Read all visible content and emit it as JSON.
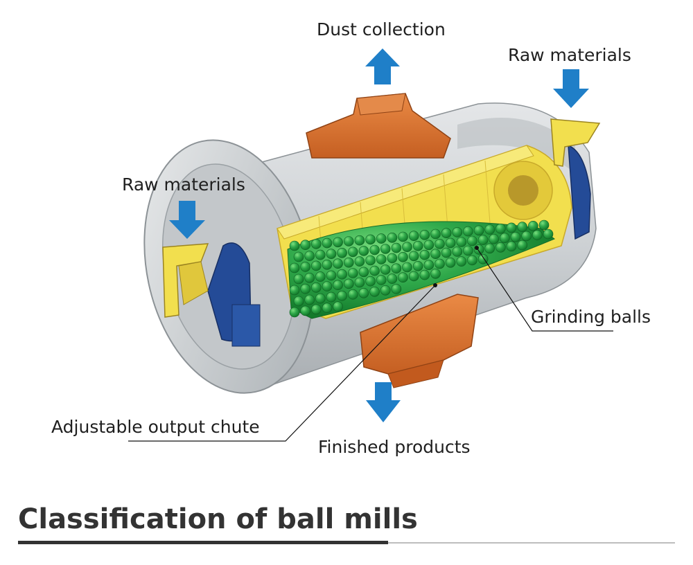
{
  "diagram": {
    "labels": {
      "dust_collection": "Dust collection",
      "raw_materials_right": "Raw materials",
      "raw_materials_left": "Raw materials",
      "grinding_balls": "Grinding balls",
      "adjustable_output_chute": "Adjustable output chute",
      "finished_products": "Finished products"
    },
    "colors": {
      "arrow_blue": "#1f7fc8",
      "hopper_orange": "#d8712e",
      "liner_yellow": "#f2df4e",
      "ball_green": "#2fa84a",
      "bearing_blue": "#244b97",
      "shell_gray": "#cfd3d6"
    }
  },
  "section": {
    "heading": "Classification of ball mills"
  }
}
